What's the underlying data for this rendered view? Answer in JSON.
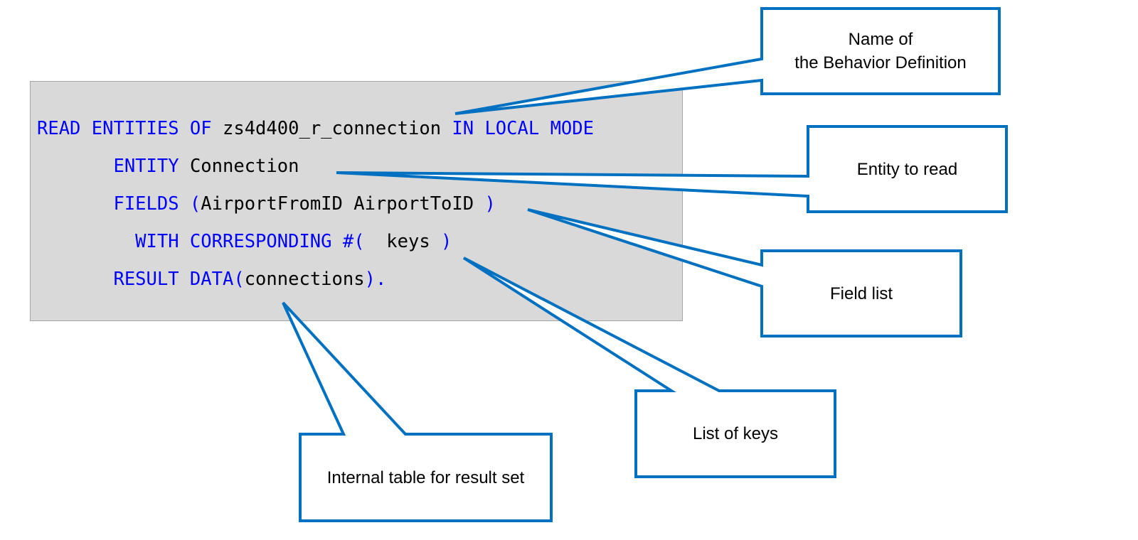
{
  "code": {
    "line1": {
      "kw1": "READ ENTITIES OF ",
      "id1": "zs4d400_r_connection",
      "kw2": " IN LOCAL MODE"
    },
    "line2": {
      "indent": "       ",
      "kw1": "ENTITY ",
      "id1": "Connection"
    },
    "line3": {
      "indent": "       ",
      "kw1": "FIELDS (",
      "id1": "AirportFromID AirportToID",
      "kw2": " )"
    },
    "line4": {
      "indent": "         ",
      "kw1": "WITH CORRESPONDING #(",
      "id1": "  keys",
      "kw2": " )"
    },
    "line5": {
      "indent": "       ",
      "kw1": "RESULT DATA(",
      "id1": "connections",
      "kw2": ")."
    }
  },
  "callouts": {
    "behavior_definition": {
      "line1": "Name of",
      "line2": "the Behavior Definition"
    },
    "entity": "Entity to read",
    "fields": "Field list",
    "keys": "List of keys",
    "result": "Internal table for result set"
  },
  "colors": {
    "keyword": "#0000ff",
    "callout_border": "#0070c0",
    "code_background": "#d9d9d9"
  }
}
